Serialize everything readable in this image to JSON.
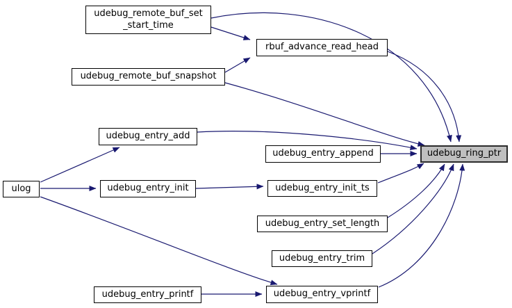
{
  "diagram": {
    "kind": "call-graph",
    "background_color": "#ffffff",
    "edge_color": "#191970",
    "node_fill": "#ffffff",
    "node_border_color": "#000000",
    "highlight_node_fill": "#bfbfbf",
    "nodes": [
      {
        "id": "udebug_remote_buf_set_start_time",
        "label": "udebug_remote_buf_set\n_start_time",
        "highlighted": false
      },
      {
        "id": "rbuf_advance_read_head",
        "label": "rbuf_advance_read_head",
        "highlighted": false
      },
      {
        "id": "udebug_remote_buf_snapshot",
        "label": "udebug_remote_buf_snapshot",
        "highlighted": false
      },
      {
        "id": "udebug_entry_add",
        "label": "udebug_entry_add",
        "highlighted": false
      },
      {
        "id": "udebug_entry_append",
        "label": "udebug_entry_append",
        "highlighted": false
      },
      {
        "id": "ulog",
        "label": "ulog",
        "highlighted": false
      },
      {
        "id": "udebug_entry_init",
        "label": "udebug_entry_init",
        "highlighted": false
      },
      {
        "id": "udebug_entry_init_ts",
        "label": "udebug_entry_init_ts",
        "highlighted": false
      },
      {
        "id": "udebug_entry_set_length",
        "label": "udebug_entry_set_length",
        "highlighted": false
      },
      {
        "id": "udebug_entry_trim",
        "label": "udebug_entry_trim",
        "highlighted": false
      },
      {
        "id": "udebug_entry_vprintf",
        "label": "udebug_entry_vprintf",
        "highlighted": false
      },
      {
        "id": "udebug_entry_printf",
        "label": "udebug_entry_printf",
        "highlighted": false
      },
      {
        "id": "udebug_ring_ptr",
        "label": "udebug_ring_ptr",
        "highlighted": true
      }
    ],
    "edges": [
      {
        "from": "udebug_remote_buf_set_start_time",
        "to": "rbuf_advance_read_head"
      },
      {
        "from": "udebug_remote_buf_set_start_time",
        "to": "udebug_ring_ptr"
      },
      {
        "from": "udebug_remote_buf_snapshot",
        "to": "rbuf_advance_read_head"
      },
      {
        "from": "udebug_remote_buf_snapshot",
        "to": "udebug_ring_ptr"
      },
      {
        "from": "rbuf_advance_read_head",
        "to": "udebug_ring_ptr"
      },
      {
        "from": "udebug_entry_add",
        "to": "udebug_ring_ptr"
      },
      {
        "from": "udebug_entry_append",
        "to": "udebug_ring_ptr"
      },
      {
        "from": "ulog",
        "to": "udebug_entry_add"
      },
      {
        "from": "ulog",
        "to": "udebug_entry_init"
      },
      {
        "from": "ulog",
        "to": "udebug_entry_vprintf"
      },
      {
        "from": "udebug_entry_init",
        "to": "udebug_entry_init_ts"
      },
      {
        "from": "udebug_entry_init_ts",
        "to": "udebug_ring_ptr"
      },
      {
        "from": "udebug_entry_set_length",
        "to": "udebug_ring_ptr"
      },
      {
        "from": "udebug_entry_trim",
        "to": "udebug_ring_ptr"
      },
      {
        "from": "udebug_entry_vprintf",
        "to": "udebug_ring_ptr"
      },
      {
        "from": "udebug_entry_printf",
        "to": "udebug_entry_vprintf"
      }
    ]
  }
}
